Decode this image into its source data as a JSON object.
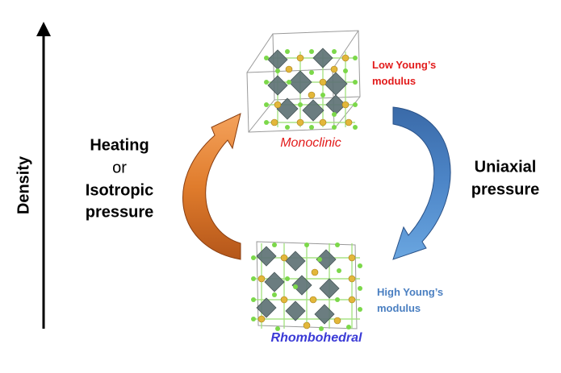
{
  "axis_label": "Density",
  "left_process": {
    "line1": "Heating",
    "line2": "or",
    "line3": "Isotropic",
    "line4": "pressure",
    "arrow_color": "#d2691e"
  },
  "right_process": {
    "line1": "Uniaxial",
    "line2": "pressure",
    "arrow_color": "#4a7fc1"
  },
  "top_phase": {
    "name": "Monoclinic",
    "name_color": "#e21b1b",
    "modulus_line1": "Low Young’s",
    "modulus_line2": "modulus",
    "modulus_color": "#e21b1b"
  },
  "bottom_phase": {
    "name": "Rhombohedral",
    "name_color": "#3a3ad6",
    "modulus_line1": "High Young’s",
    "modulus_line2": "modulus",
    "modulus_color": "#4a7fc1"
  },
  "colors": {
    "octahedron": "#5f7376",
    "metal_atom": "#e3b73a",
    "ligand_atom": "#7cd84a",
    "bond": "#9fe07a",
    "unit_cell": "#9a9a9a"
  }
}
